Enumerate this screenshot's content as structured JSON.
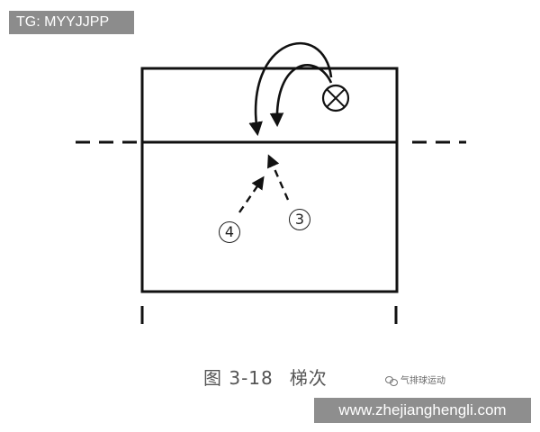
{
  "badge": {
    "text": "TG: MYYJJPP"
  },
  "diagram": {
    "markers": [
      {
        "id": "4",
        "label": "4"
      },
      {
        "id": "3",
        "label": "3"
      }
    ]
  },
  "caption": {
    "figure_number": "图 3-18",
    "title": "梯次"
  },
  "watermark": {
    "text": "气排球运动",
    "icon": "wechat-icon"
  },
  "url_banner": {
    "text": "www.zhejianghengli.com"
  }
}
